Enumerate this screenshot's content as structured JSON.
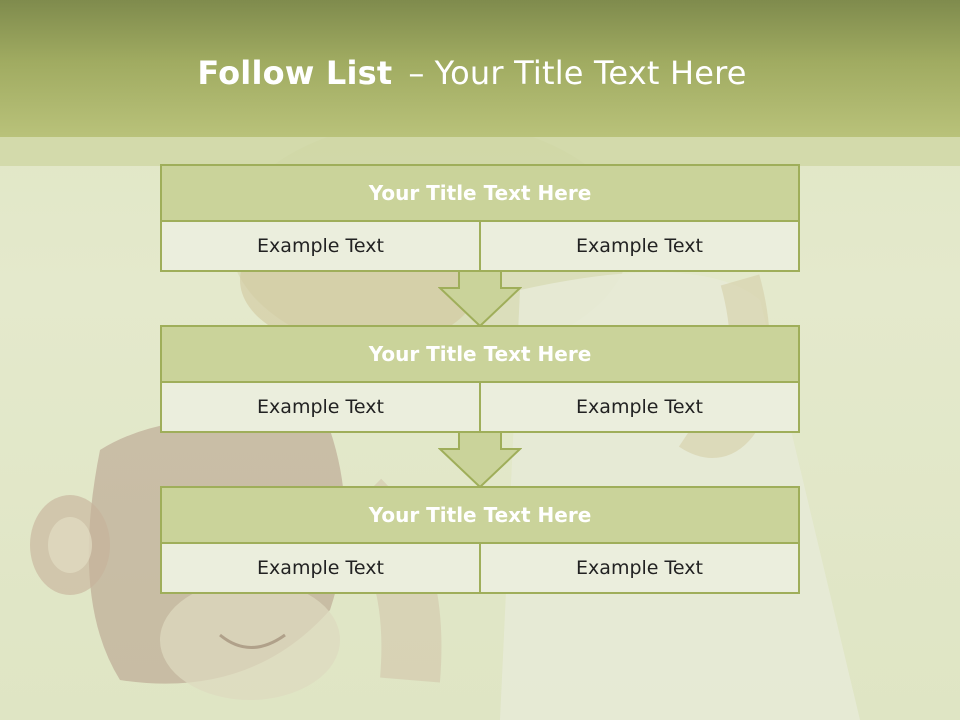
{
  "header": {
    "title_bold": "Follow List",
    "title_dash": "–",
    "title_rest": "Your Title Text Here"
  },
  "blocks": [
    {
      "title": "Your Title Text Here",
      "left": "Example Text",
      "right": "Example Text"
    },
    {
      "title": "Your Title Text Here",
      "left": "Example Text",
      "right": "Example Text"
    },
    {
      "title": "Your Title Text Here",
      "left": "Example Text",
      "right": "Example Text"
    }
  ],
  "colors": {
    "header_dark": "#7f8b4d",
    "header_light": "#b9c27a",
    "block_border": "#9fae5a",
    "block_title_bg": "#cad39a",
    "block_row_bg": "#ebeedd"
  }
}
